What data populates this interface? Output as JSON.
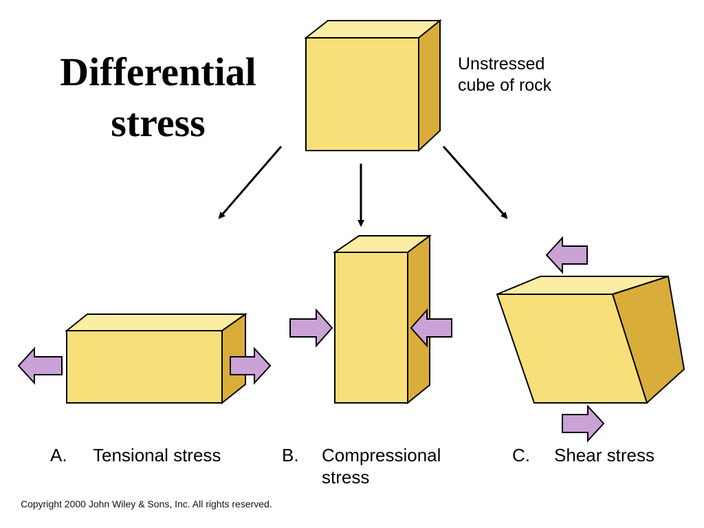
{
  "title": {
    "line1": "Differential",
    "line2": "stress"
  },
  "unstressed": {
    "line1": "Unstressed",
    "line2": "cube of rock"
  },
  "panels": [
    {
      "letter": "A.",
      "name": "Tensional stress"
    },
    {
      "letter": "B.",
      "name_line1": "Compressional",
      "name_line2": "stress"
    },
    {
      "letter": "C.",
      "name": "Shear stress"
    }
  ],
  "copyright": "Copyright 2000 John Wiley & Sons, Inc. All rights reserved.",
  "colors": {
    "front": "#f7e07a",
    "top": "#fbeda3",
    "side": "#d9ad3a",
    "arrow": "#c9a2d6",
    "edge": "#000000"
  }
}
